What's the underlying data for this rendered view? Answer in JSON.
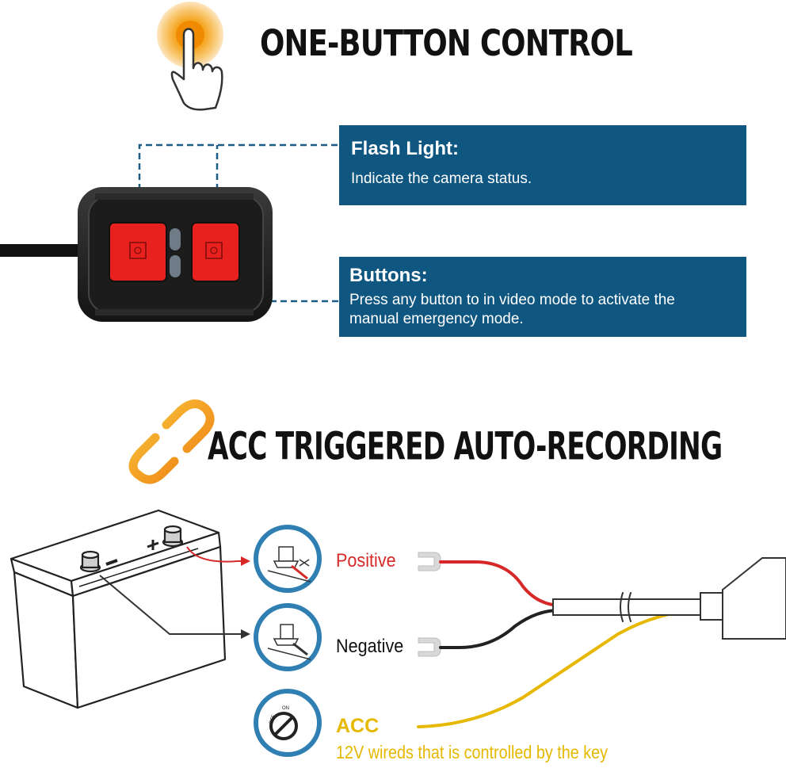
{
  "section1": {
    "title": "ONE-BUTTON CONTROL"
  },
  "flash_light": {
    "title": "Flash Light:",
    "description": "Indicate the camera status."
  },
  "buttons": {
    "title": "Buttons:",
    "description_line1": "Press any button to in video mode to activate the",
    "description_line2": "manual emergency mode."
  },
  "section2": {
    "title": "ACC TRIGGERED AUTO-RECORDING"
  },
  "wiring": {
    "positive_label": "Positive",
    "negative_label": "Negative",
    "acc_label": "ACC",
    "acc_description": "12V wireds that is controlled by the key",
    "ignition_text": "ON",
    "ignition_off_text": "OFF"
  },
  "colors": {
    "box_blue": "#0f5680",
    "accent_orange": "#f5a623",
    "positive_red": "#d62828",
    "acc_yellow": "#e6b800",
    "button_red": "#e8211f"
  },
  "icons": [
    "tap-finger-icon",
    "chain-link-icon",
    "battery-icon",
    "positive-terminal-icon",
    "negative-terminal-icon",
    "ignition-key-icon"
  ]
}
